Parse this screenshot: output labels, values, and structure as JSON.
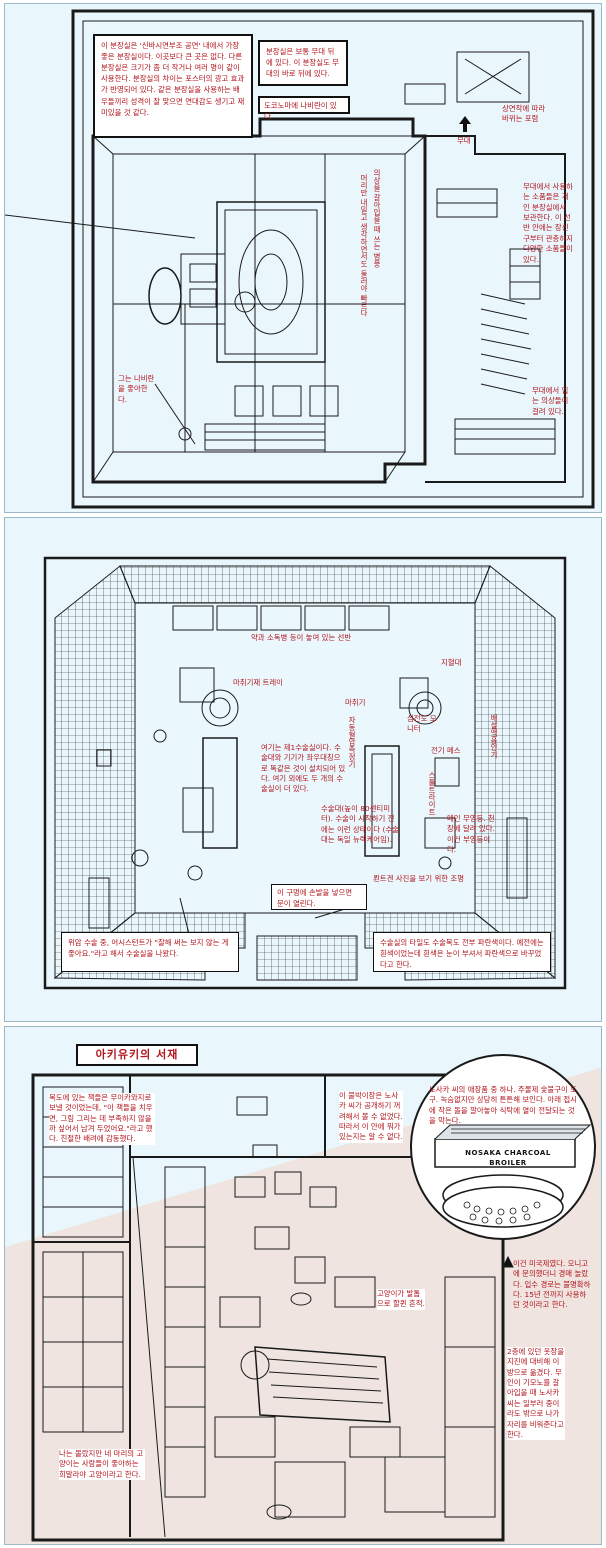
{
  "panel1": {
    "note_main": "이 분장실은 '신바시연부조 공연' 내에서 가장 좋은 분장실이다. 이곳보다 큰 곳은 없다. 다른 분장실은 크기가 좀 더 작거나 여러 명이 같이 사용한다. 분장실의 차이는 포스터의 광고 효과가 반영되어 있다. 같은 분장실을 사용하는 배우들끼리 성격이 잘 맞으면 연대감도 생기고 재미있을 것 같다.",
    "note_above_stage": "분장실은 보통 무대 뒤에 있다. 이 분장실도 무대의 바로 뒤에 있다.",
    "note_tokonoma": "도코노마에 나비란이 있다.",
    "lbl_stage": "무대",
    "lbl_bench": "상연작에 따라 바뀌는 포렴",
    "lbl_props": "무대에서 사용하는 소품들은 개인 분장실에서 보관한다. 이 선반 안에는 장신구부터 관층하지 다양한 소품들이 있다.",
    "lbl_costumes": "무대에서 입는 의상들이 걸려 있다.",
    "lbl_butterfly": "그는 나비란을 좋아한다.",
    "vlbl_makeup1": "의상을 갈아입을 때 쓰는 병풍",
    "vlbl_makeup2": "머리만 내밀고 생각하면서도 둘러야 빠르다"
  },
  "panel2": {
    "lbl_shelf": "약과 소독병 등이 놓여 있는 선반",
    "lbl_tray": "마취기재 트레이",
    "lbl_anesthesia": "마취기",
    "lbl_lamp": "지혈대",
    "lbl_monitor": "심전도 모니터",
    "lbl_electric": "전기 메스",
    "lbl_room_desc": "여기는 제1수술실이다. 수술대와 기기가 좌우대칭으로 똑같은 것이 설치되어 있다. 여기 외에도 두 개의 수술실이 더 있다.",
    "lbl_table": "수술대(높이 80센티미터). 수술이 시작하기 전에는 이런 상태이다 (수술대는 독일 뉴렉케어임).",
    "vlbl_auto": "자동혈압측정기",
    "vlbl_cooler": "배설액흡인기",
    "vlbl_stool": "스툴트라이트",
    "lbl_main_light": "메인 무영등. 천장에 달려 있다. 이건 부영등이다.",
    "lbl_xray": "뢴트겐 사진을 보기 위한 조명",
    "lbl_door": "이 구멍에 손발을 넣으면 문이 열린다.",
    "note_left": "위암 수술 중, 어시스턴트가 \"잘해 써는 보지 않는 게 좋아요.\"라고 해서 수술실을 나왔다.",
    "note_right": "수술실의 타일도 수술복도 전부 파란색이다. 예전에는 흰색이었는데 흰색은 눈이 부셔서 파란색으로 바꾸었다고 한다."
  },
  "panel3": {
    "title": "아키유키의 서재",
    "lbl_books": "복도에 있는 책들은 무이카와지로 보낼 것이었는데, \"이 책들을 치우면, 그림 그리는 데 부족하지 않을까 싶어서 남겨 두었어요.\"라고 했다. 친절한 배려에 감동했다.",
    "lbl_bookcase": "이 불박이장은 노사카 씨가 공개하기 꺼려해서 볼 수 없었다. 따라서 이 안에 뭐가 있는지는 알 수 없다.",
    "lbl_brazier": "노사카 씨의 애장품 중 하나. 주물제 숯불구이 도구. 녹슴없지만 상당히 튼튼해 보인다. 아래 접시에 작은 돌을 깔아놓아 식탁에 열이 전달되는 것을 막는다.",
    "brazier_text": "NOSAKA CHARCOAL BROILER",
    "lbl_us": "이건 미국제였다. 오니고에 문의했더니 경매 놀랐다. 입수 경로는 불명확하다. 15년 전까지 사용하던 것이라고 한다.",
    "lbl_cat": "고양이가 발톱으로 할퀸 흔적.",
    "lbl_quake": "2층에 있던 옷장을 지진에 대비해 이 방으로 옮겼다. 무인이 기모노를 갈아입을 때 노사카 씨는 일부러 중이라도 밖으로 나가 자리를 비워준다고 한다.",
    "lbl_cats": "나는 몰랐지만 네 마리의 고양이는 사람들이 좋아하는 희말라야 고양이라고 한다."
  }
}
